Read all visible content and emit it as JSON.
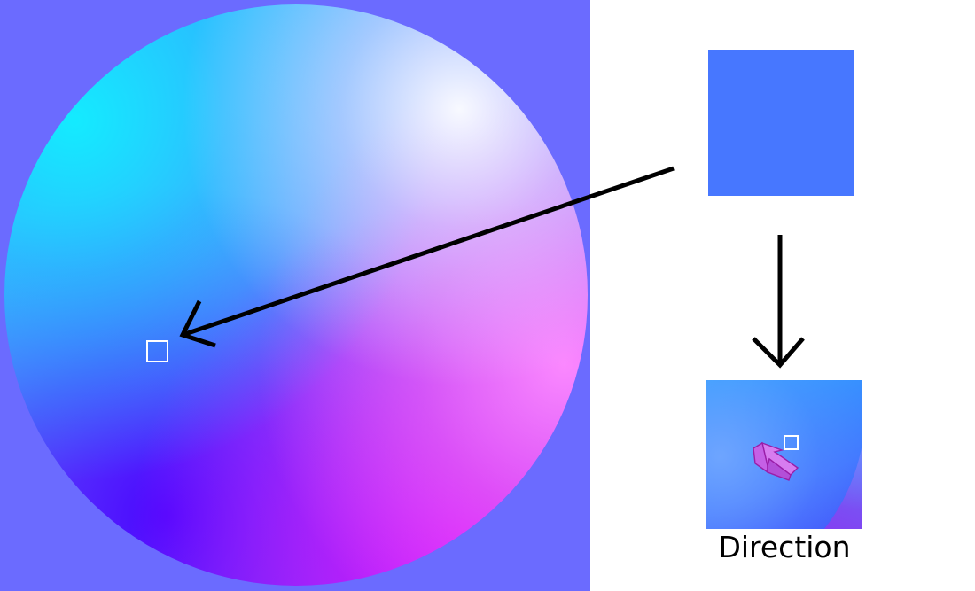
{
  "colors": {
    "background_panel": "#6b6bff",
    "source_square": "#4777ff",
    "arrow": "#000000",
    "marker": "#ffffff",
    "direction_arrow_fill": "#d77cf0",
    "direction_arrow_stroke": "#9a1ea8"
  },
  "labels": {
    "direction": "Direction"
  },
  "icons": {
    "sample_marker": "square-outline",
    "direction": "3d-arrow"
  }
}
